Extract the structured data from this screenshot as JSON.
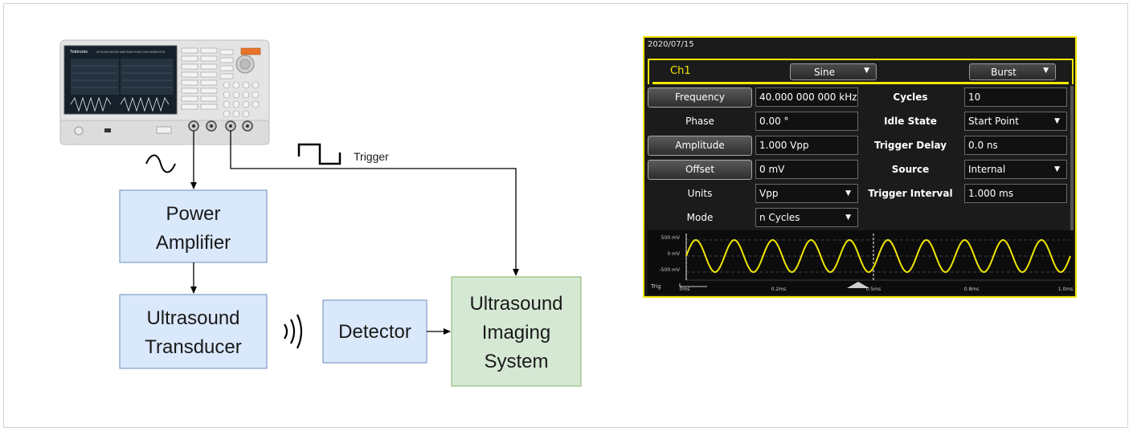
{
  "diagram": {
    "nodes": {
      "power_amplifier": [
        "Power",
        "Amplifier"
      ],
      "transducer": [
        "Ultrasound",
        "Transducer"
      ],
      "detector": [
        "Detector"
      ],
      "imaging_system": [
        "Ultrasound",
        "Imaging",
        "System"
      ]
    },
    "trigger_label": "Trigger",
    "colors": {
      "blue_box": "#dae8fc",
      "blue_border": "#6c8ebf",
      "green_box": "#d5e8d4",
      "green_border": "#82b366"
    }
  },
  "device": {
    "brand": "Tektronix",
    "model": "AFG31000 SERIES ARBITRARY/FUNCTION GENERATOR"
  },
  "panel": {
    "date": "2020/07/15",
    "channel": "Ch1",
    "waveform": "Sine",
    "mode_select": "Burst",
    "left": {
      "frequency": {
        "label": "Frequency",
        "value": "40.000 000 000 kHz"
      },
      "phase": {
        "label": "Phase",
        "value": "0.00 °"
      },
      "amplitude": {
        "label": "Amplitude",
        "value": "1.000 Vpp"
      },
      "offset": {
        "label": "Offset",
        "value": "0 mV"
      },
      "units": {
        "label": "Units",
        "value": "Vpp"
      },
      "mode": {
        "label": "Mode",
        "value": "n Cycles"
      }
    },
    "right": {
      "cycles": {
        "label": "Cycles",
        "value": "10"
      },
      "idle_state": {
        "label": "Idle State",
        "value": "Start Point"
      },
      "trigger_delay": {
        "label": "Trigger Delay",
        "value": "0.0 ns"
      },
      "source": {
        "label": "Source",
        "value": "Internal"
      },
      "trigger_interval": {
        "label": "Trigger Interval",
        "value": "1.000 ms"
      }
    },
    "waveform_view": {
      "y_labels": [
        "500 mV",
        "0 mV",
        "-500 mV"
      ],
      "trig_label": "Trig",
      "x_labels": [
        "0ms",
        "0.2ms",
        "0.5ms",
        "0.8ms",
        "1.0ms"
      ],
      "cycles_shown": 10,
      "accent": "#f2e600"
    }
  }
}
